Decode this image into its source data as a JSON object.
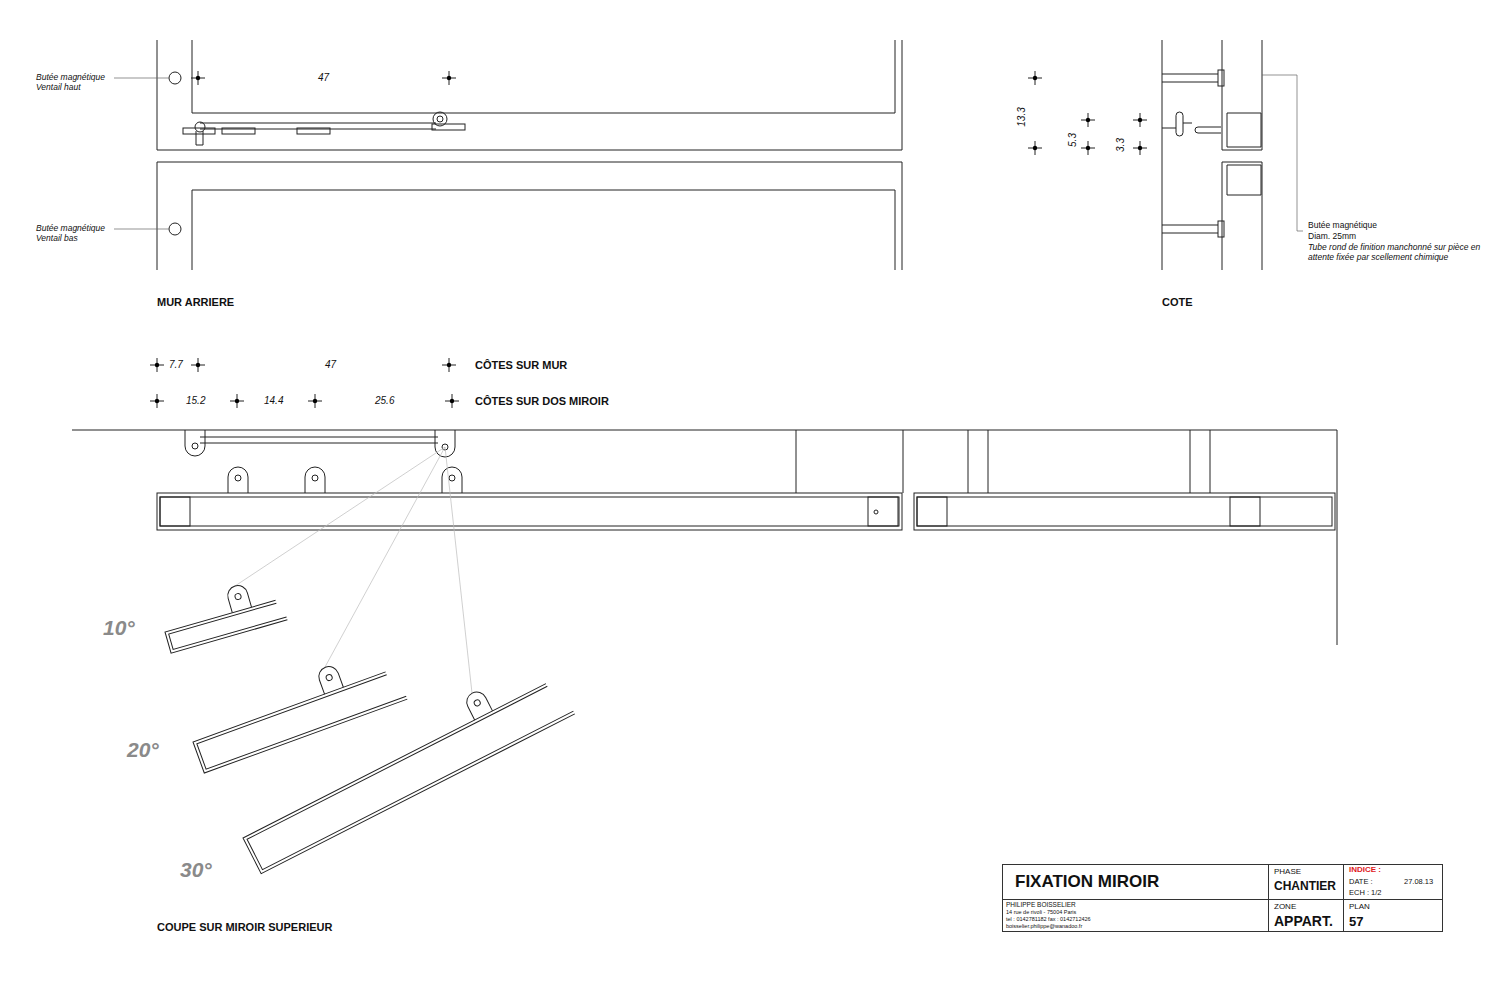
{
  "diagram": {
    "nodes": [
      {
        "text": [
          "FIXATION MIROIR"
        ]
      },
      {
        "text": [
          "PHASE",
          "CHANTIER"
        ]
      },
      {
        "text": [
          "INDICE :",
          "DATE :",
          "27.08.13",
          "ECH : 1/2"
        ]
      },
      {
        "text": [
          "PHILIPPE BOISSELIER",
          "14 rue de rivoli - 75004 Paris",
          "tel : 0142781182 fax : 0142712426",
          "boisselier.philippe@wanadoo.fr"
        ]
      },
      {
        "text": [
          "ZONE",
          "APPART."
        ]
      },
      {
        "text": [
          "PLAN",
          "57"
        ]
      }
    ],
    "labels": [
      "Butée magnétique Ventail haut",
      "47",
      "Butée magnétique Ventail bas",
      "13.3",
      "5.3",
      "3.3",
      "Butée magnétique",
      "Diam. 25mm",
      "Tube rond de finition manchonné sur pièce en attente fixée par scellement chimique",
      "MUR ARRIERE",
      "COTE",
      "7.7",
      "47",
      "CÔTES SUR MUR",
      "15.2",
      "14.4",
      "25.6",
      "CÔTES SUR DOS MIROIR",
      "10°",
      "20°",
      "30°",
      "COUPE SUR MIROIR SUPERIEUR"
    ]
  }
}
